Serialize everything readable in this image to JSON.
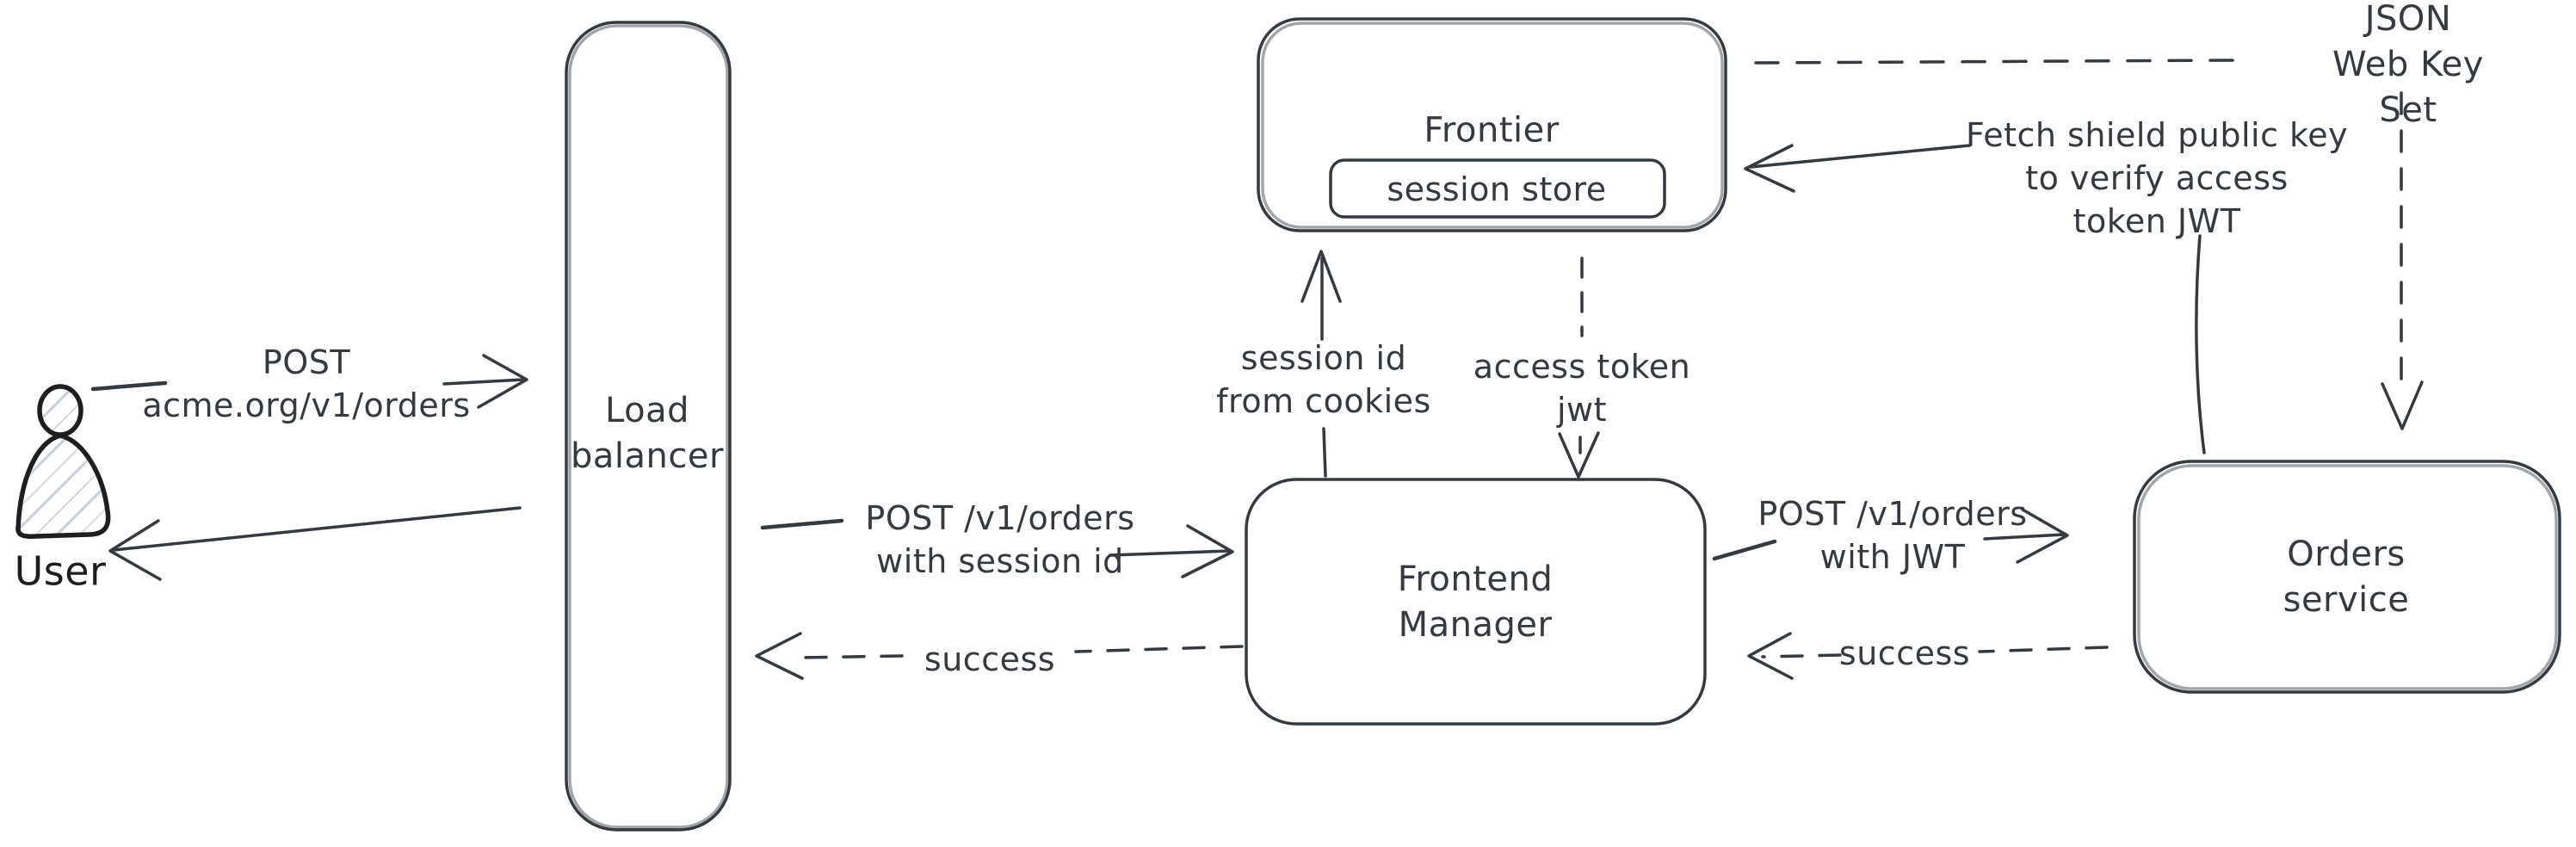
{
  "colors": {
    "stroke": "#343a40",
    "figure_stroke": "#1e1e1e",
    "hatch_fill": "#c9d3de",
    "background": "#ffffff"
  },
  "nodes": {
    "user": {
      "label": "User"
    },
    "load_balancer": {
      "label": "Load\nbalancer"
    },
    "frontier": {
      "label": "Frontier"
    },
    "session_store": {
      "label": "session store"
    },
    "frontend_manager": {
      "label": "Frontend\nManager"
    },
    "orders_service": {
      "label": "Orders service"
    }
  },
  "edges": {
    "user_to_lb": {
      "label": "POST\nacme.org/v1/orders",
      "style": "solid-arrow-right"
    },
    "lb_to_user": {
      "label": "",
      "style": "solid-arrow-left"
    },
    "lb_to_fm": {
      "label": "POST /v1/orders\nwith session id",
      "style": "solid-arrow-right"
    },
    "fm_to_frontier": {
      "label": "session id\nfrom cookies",
      "style": "solid-arrow-up"
    },
    "frontier_to_fm": {
      "label": "access token\njwt",
      "style": "dashed-arrow-down"
    },
    "fm_to_orders": {
      "label": "POST /v1/orders\nwith JWT",
      "style": "solid-arrow-right"
    },
    "orders_to_fm": {
      "label": "success",
      "style": "dashed-arrow-left"
    },
    "fm_to_lb": {
      "label": "success",
      "style": "dashed-arrow-left"
    },
    "orders_to_frontier": {
      "label": "Fetch shield public key\nto verify access\ntoken JWT",
      "style": "solid-arrow-left"
    },
    "jwks_callout": {
      "label": "JSON Web Key Set",
      "style": "dashed-line"
    },
    "jwks_to_orders": {
      "label": "",
      "style": "dashed-arrow-down"
    }
  }
}
